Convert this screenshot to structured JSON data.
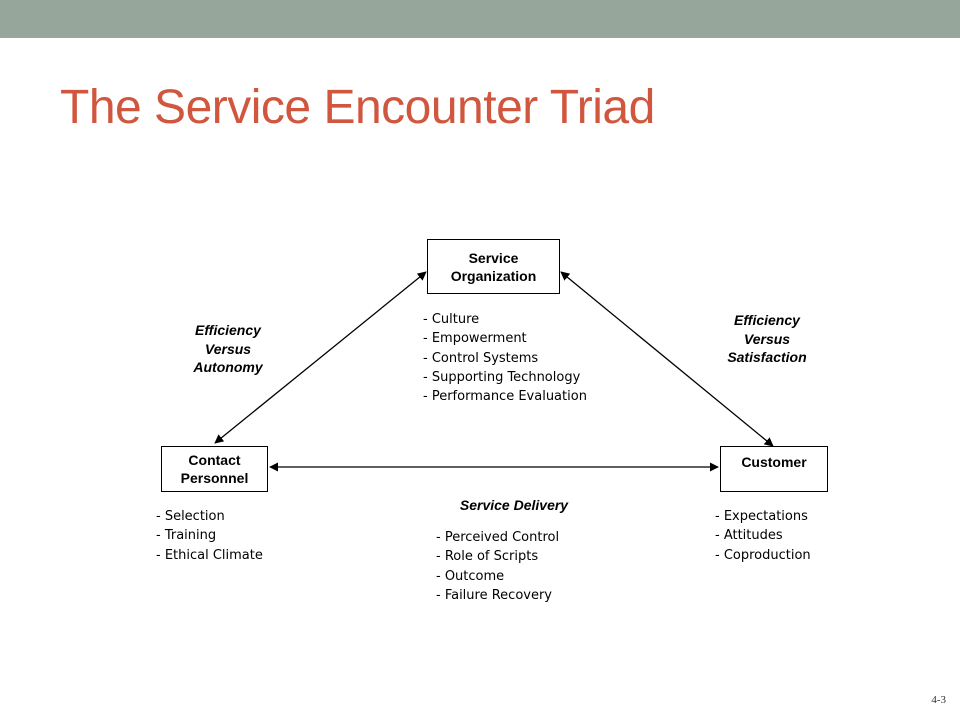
{
  "title": "The Service Encounter Triad",
  "page_number": "4-3",
  "nodes": {
    "organization": {
      "line1": "Service",
      "line2": "Organization"
    },
    "personnel": {
      "line1": "Contact",
      "line2": "Personnel"
    },
    "customer": {
      "line1": "Customer"
    }
  },
  "edges": {
    "left": {
      "line1": "Efficiency",
      "line2": "Versus",
      "line3": "Autonomy"
    },
    "right": {
      "line1": "Efficiency",
      "line2": "Versus",
      "line3": "Satisfaction"
    },
    "bottom": {
      "line1": "Service Delivery"
    }
  },
  "lists": {
    "organization": [
      "- Culture",
      "- Empowerment",
      "- Control Systems",
      "- Supporting Technology",
      "- Performance Evaluation"
    ],
    "personnel": [
      "- Selection",
      "- Training",
      "- Ethical Climate"
    ],
    "customer": [
      "- Expectations",
      "- Attitudes",
      "- Coproduction"
    ],
    "delivery": [
      "- Perceived Control",
      "- Role of Scripts",
      "- Outcome",
      "- Failure Recovery"
    ]
  },
  "colors": {
    "topbar": "#96a69a",
    "title": "#d0573e"
  }
}
